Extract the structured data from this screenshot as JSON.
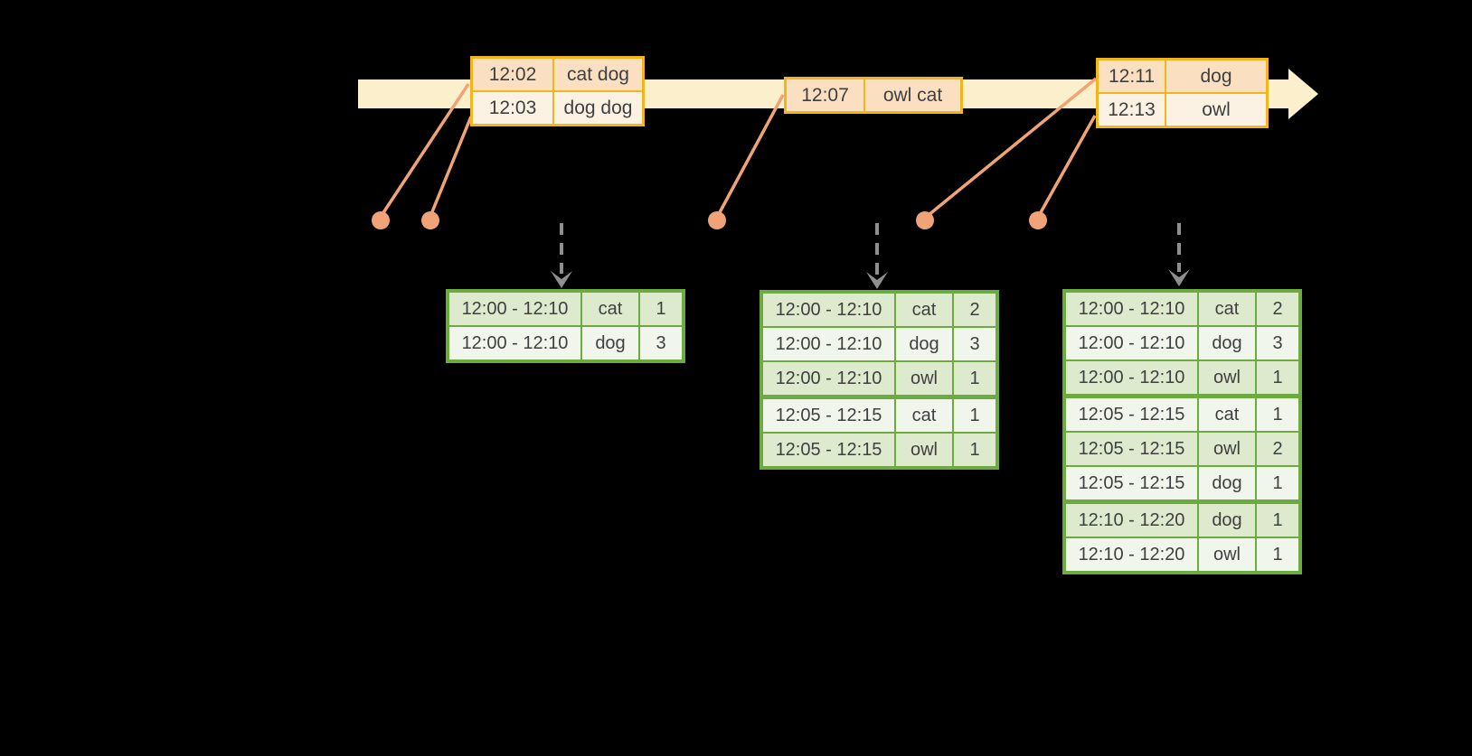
{
  "palette": {
    "timeline_fill": "#FBF0CB",
    "event_border": "#F2B51D",
    "event_row_dark": "#FADFC1",
    "event_row_light": "#FCF2E4",
    "connector": "#F0A377",
    "trigger_arrow": "#8F8F8F",
    "result_border": "#6CAB40",
    "result_row_dark": "#DDEACE",
    "result_row_light": "#F1F6EC",
    "text": "#3F3F3F"
  },
  "event_tables": [
    {
      "rows": [
        {
          "time": "12:02",
          "words": "cat dog"
        },
        {
          "time": "12:03",
          "words": "dog dog"
        }
      ]
    },
    {
      "rows": [
        {
          "time": "12:07",
          "words": "owl cat"
        }
      ]
    },
    {
      "rows": [
        {
          "time": "12:11",
          "words": "dog"
        },
        {
          "time": "12:13",
          "words": "owl"
        }
      ]
    }
  ],
  "result_tables": [
    {
      "rows": [
        {
          "window": "12:00 - 12:10",
          "word": "cat",
          "count": "1"
        },
        {
          "window": "12:00 - 12:10",
          "word": "dog",
          "count": "3"
        }
      ]
    },
    {
      "rows": [
        {
          "window": "12:00 - 12:10",
          "word": "cat",
          "count": "2"
        },
        {
          "window": "12:00 - 12:10",
          "word": "dog",
          "count": "3"
        },
        {
          "window": "12:00 - 12:10",
          "word": "owl",
          "count": "1"
        },
        {
          "window": "12:05 - 12:15",
          "word": "cat",
          "count": "1"
        },
        {
          "window": "12:05 - 12:15",
          "word": "owl",
          "count": "1"
        }
      ]
    },
    {
      "rows": [
        {
          "window": "12:00 - 12:10",
          "word": "cat",
          "count": "2"
        },
        {
          "window": "12:00 - 12:10",
          "word": "dog",
          "count": "3"
        },
        {
          "window": "12:00 - 12:10",
          "word": "owl",
          "count": "1"
        },
        {
          "window": "12:05 - 12:15",
          "word": "cat",
          "count": "1"
        },
        {
          "window": "12:05 - 12:15",
          "word": "owl",
          "count": "2"
        },
        {
          "window": "12:05 - 12:15",
          "word": "dog",
          "count": "1"
        },
        {
          "window": "12:10 - 12:20",
          "word": "dog",
          "count": "1"
        },
        {
          "window": "12:10 - 12:20",
          "word": "owl",
          "count": "1"
        }
      ]
    }
  ]
}
